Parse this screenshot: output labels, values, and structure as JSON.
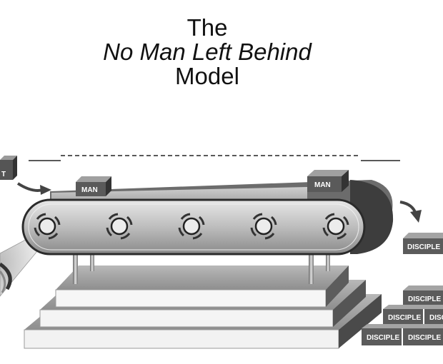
{
  "title": {
    "line1": "The",
    "line2": "No Man Left Behind",
    "line3": "Model"
  },
  "labels": {
    "man": "MAN",
    "disciple": "DISCIPLE",
    "left_box_fragment": "T"
  },
  "disciple_top": [
    "DISCIPLE"
  ],
  "disciple_stack_row1": [
    "DISCIPLE"
  ],
  "disciple_stack_row2": [
    "DISCIPLE",
    "DISC"
  ],
  "disciple_stack_row3": [
    "DISCIPLE",
    "DISCIPLE"
  ]
}
